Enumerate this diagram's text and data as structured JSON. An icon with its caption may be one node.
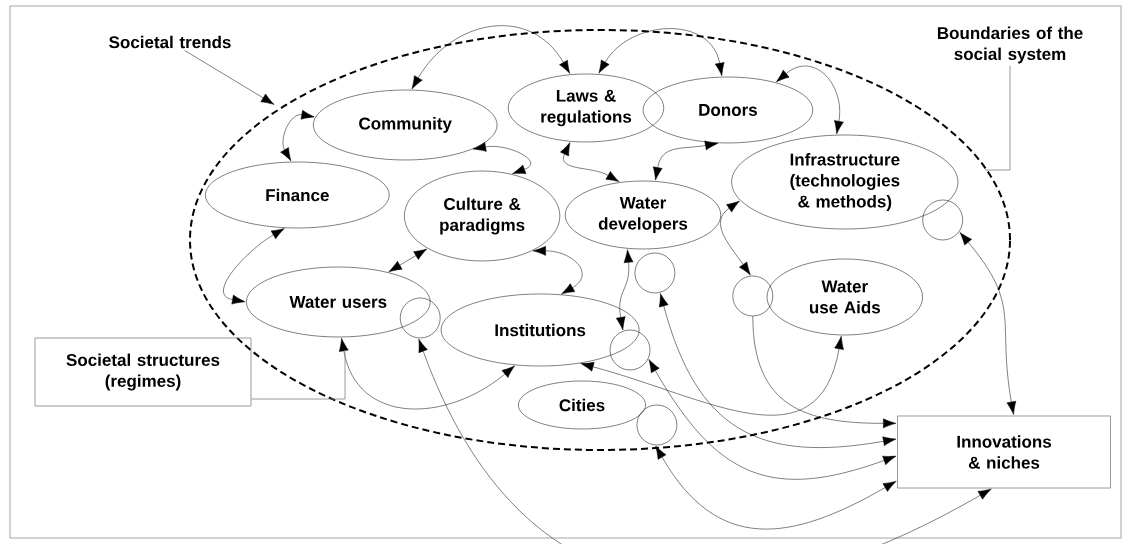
{
  "diagram": {
    "nodes": [
      {
        "text": [],
        "shape": "ellipse"
      },
      {
        "text": [
          "Community"
        ],
        "in": 0
      },
      {
        "text": [
          "Laws & regulations"
        ],
        "in": 0
      },
      {
        "text": [
          "Donors"
        ],
        "in": 0
      },
      {
        "text": [
          "Finance"
        ],
        "in": 0
      },
      {
        "text": [
          "Culture & paradigms"
        ],
        "in": 0
      },
      {
        "text": [
          "Water developers"
        ],
        "in": 0
      },
      {
        "text": [
          "Infrastructure (technologies & methods)"
        ],
        "in": 0
      },
      {
        "text": [
          "Water users"
        ],
        "in": 0
      },
      {
        "text": [
          "Institutions"
        ],
        "in": 0
      },
      {
        "text": [
          "Water use Aids"
        ],
        "in": 0
      },
      {
        "text": [
          "Cities"
        ],
        "in": 0
      },
      {
        "text": [],
        "shape": "circle",
        "in": 0
      },
      {
        "text": [],
        "shape": "circle",
        "in": 0
      },
      {
        "text": [],
        "shape": "circle",
        "in": 0
      },
      {
        "text": [],
        "shape": "circle",
        "in": 0
      },
      {
        "text": [],
        "shape": "circle",
        "in": 0
      },
      {
        "text": [],
        "shape": "circle",
        "in": 0
      },
      {
        "text": [
          "Societal trends"
        ]
      },
      {
        "text": [
          "Boundaries of the social system"
        ]
      },
      {
        "text": [
          "Societal structures (regimes)"
        ]
      },
      {
        "text": [
          "Innovations & niches"
        ]
      }
    ],
    "edges": [
      {
        "from": 1,
        "to": 2,
        "arrow": "both"
      },
      {
        "from": 2,
        "to": 3,
        "arrow": "both"
      },
      {
        "from": 3,
        "to": 7,
        "arrow": "both"
      },
      {
        "from": 1,
        "to": 4,
        "arrow": "both"
      },
      {
        "from": 1,
        "to": 5,
        "arrow": "both"
      },
      {
        "from": 6,
        "to": 3,
        "arrow": "both"
      },
      {
        "from": 2,
        "to": 6,
        "arrow": "both"
      },
      {
        "from": 4,
        "to": 8,
        "arrow": "both"
      },
      {
        "from": 5,
        "to": 8,
        "arrow": "both"
      },
      {
        "from": 5,
        "to": 9,
        "arrow": "both"
      },
      {
        "from": 6,
        "to": 13,
        "arrow": "both"
      },
      {
        "from": 7,
        "to": 16,
        "arrow": "both"
      },
      {
        "from": 8,
        "to": 9,
        "arrow": "both"
      },
      {
        "from": 9,
        "to": 10,
        "arrow": "both"
      },
      {
        "from": 12,
        "to": 21,
        "arrow": "both"
      },
      {
        "from": 16,
        "to": 21,
        "arrow": "to"
      },
      {
        "from": 14,
        "to": 21,
        "arrow": "both"
      },
      {
        "from": 13,
        "to": 21,
        "arrow": "both"
      },
      {
        "from": 15,
        "to": 21,
        "arrow": "both"
      },
      {
        "from": 17,
        "to": 21,
        "arrow": "both"
      },
      {
        "from": 18,
        "to": 0,
        "arrow": "to"
      },
      {
        "from": 19,
        "to": 0,
        "arrow": "none",
        "color": "#808080"
      },
      {
        "from": 20,
        "to": 0,
        "arrow": "none",
        "color": "#808080"
      }
    ]
  }
}
